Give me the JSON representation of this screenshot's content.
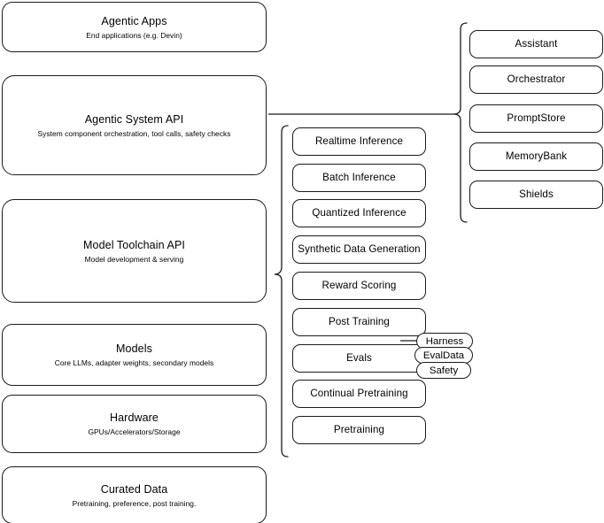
{
  "diagram": {
    "stack": [
      {
        "title": "Agentic Apps",
        "subtitle": "End applications (e.g. Devin)"
      },
      {
        "title": "Agentic System API",
        "subtitle": "System component orchestration, tool calls, safety checks"
      },
      {
        "title": "Model Toolchain API",
        "subtitle": "Model development & serving"
      },
      {
        "title": "Models",
        "subtitle": "Core LLMs, adapter weights, secondary models"
      },
      {
        "title": "Hardware",
        "subtitle": "GPUs/Accelerators/Storage"
      },
      {
        "title": "Curated Data",
        "subtitle": "Pretraining, preference, post training."
      }
    ],
    "toolchain_capabilities": [
      {
        "title": "Realtime Inference"
      },
      {
        "title": "Batch Inference"
      },
      {
        "title": "Quantized Inference"
      },
      {
        "title": "Synthetic Data Generation"
      },
      {
        "title": "Reward Scoring"
      },
      {
        "title": "Post Training"
      },
      {
        "title": "Evals"
      },
      {
        "title": "Continual Pretraining"
      },
      {
        "title": "Pretraining"
      }
    ],
    "eval_pills": [
      {
        "title": "Harness"
      },
      {
        "title": "EvalData"
      },
      {
        "title": "Safety"
      }
    ],
    "agentic_components": [
      {
        "title": "Assistant"
      },
      {
        "title": "Orchestrator"
      },
      {
        "title": "PromptStore"
      },
      {
        "title": "MemoryBank"
      },
      {
        "title": "Shields"
      }
    ],
    "colors": {
      "stroke": "#1a1a1a",
      "background": "#ffffff",
      "text": "#000000"
    }
  }
}
